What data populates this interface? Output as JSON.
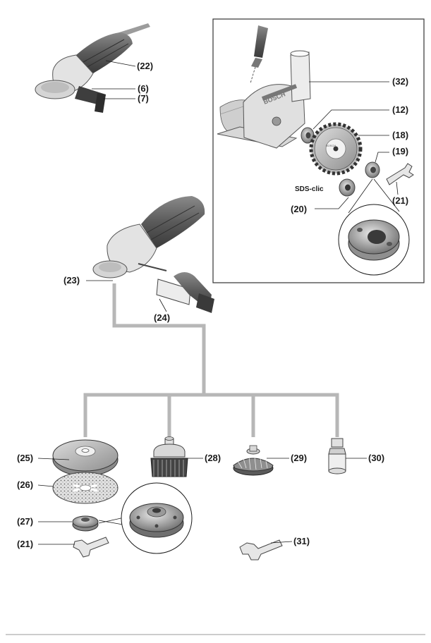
{
  "labels": {
    "l22": "(22)",
    "l6": "(6)",
    "l7": "(7)",
    "l32": "(32)",
    "l12": "(12)",
    "l18": "(18)",
    "l19": "(19)",
    "l20": "(20)",
    "l21a": "(21)",
    "l23": "(23)",
    "l24": "(24)",
    "l25": "(25)",
    "l26": "(26)",
    "l27": "(27)",
    "l21b": "(21)",
    "l28": "(28)",
    "l29": "(29)",
    "l30": "(30)",
    "l31": "(31)",
    "sds": "SDS-clic"
  },
  "colors": {
    "line": "#1a1a1a",
    "connector": "#b7b7b7",
    "part_grey": "#9a9a9a",
    "part_dark": "#4a4a4a",
    "part_light": "#e6e6e6",
    "accent_red": "#c0392b"
  }
}
